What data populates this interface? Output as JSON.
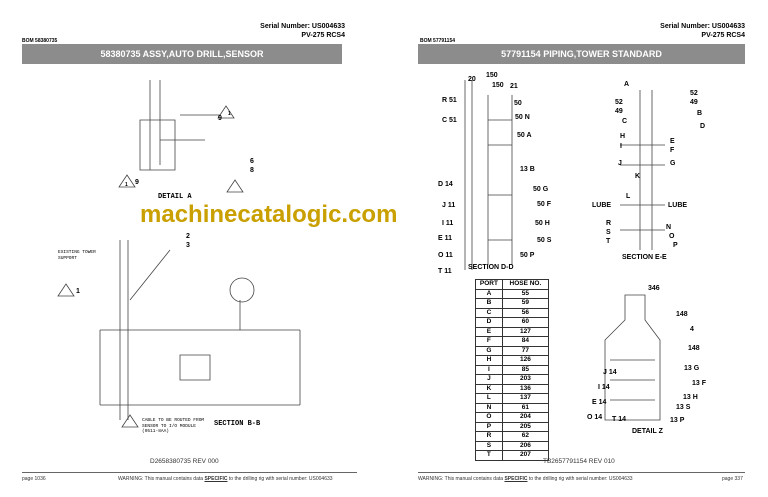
{
  "left_page": {
    "serial": "Serial Number: US004633",
    "model": "PV-275 RCS4",
    "bom": "BOM 58380735",
    "title": "58380735 ASSY,AUTO DRILL,SENSOR",
    "labels": {
      "l9a": "9",
      "l6": "6",
      "l8": "8",
      "l1a": "1",
      "l9b": "9",
      "l2": "2",
      "l3": "3",
      "l1b": "1",
      "tri1": "1",
      "existing": "EXISTING TOWER SUPPORT",
      "cable": "CABLE TO BE ROUTED FROM SENSOR TO I/O MODULE (0511-8AA)"
    },
    "detail_a": "DETAIL A",
    "section_bb": "SECTION B-B",
    "drawing_no": "D2658380735 REV 000",
    "page": "page 1036",
    "warning_pre": "WARNING:  This manual contains data ",
    "warning_em": "SPECIFIC",
    "warning_post": " to the drilling rig with serial number: US004633"
  },
  "right_page": {
    "serial": "Serial Number: US004633",
    "model": "PV-275 RCS4",
    "bom": "BOM 57791154",
    "title": "57791154 PIPING,TOWER STANDARD",
    "dd_labels": [
      "20",
      "150",
      "150",
      "21",
      "R 51",
      "50",
      "C 51",
      "50 N",
      "50 A",
      "13 B",
      "D 14",
      "50 G",
      "J 11",
      "50 F",
      "I 11",
      "50 H",
      "E 11",
      "50 S",
      "O 11",
      "50 P",
      "T 11"
    ],
    "ee_labels": [
      "A",
      "52",
      "49",
      "52",
      "49",
      "B",
      "C",
      "D",
      "H",
      "I",
      "E",
      "F",
      "J",
      "G",
      "K",
      "L",
      "LUBE",
      "LUBE",
      "R",
      "S",
      "T",
      "N",
      "O",
      "P"
    ],
    "z_labels": [
      "346",
      "148",
      "4",
      "148",
      "13 G",
      "J 14",
      "I 14",
      "13 F",
      "E 14",
      "13 H",
      "13 S",
      "O 14",
      "T 14",
      "13 P"
    ],
    "section_dd": "SECTION D-D",
    "section_ee": "SECTION E-E",
    "detail_z": "DETAIL Z",
    "table": {
      "headers": [
        "PORT",
        "HOSE NO."
      ],
      "rows": [
        [
          "A",
          "55"
        ],
        [
          "B",
          "59"
        ],
        [
          "C",
          "56"
        ],
        [
          "D",
          "60"
        ],
        [
          "E",
          "127"
        ],
        [
          "F",
          "84"
        ],
        [
          "G",
          "77"
        ],
        [
          "H",
          "126"
        ],
        [
          "I",
          "85"
        ],
        [
          "J",
          "203"
        ],
        [
          "K",
          "136"
        ],
        [
          "L",
          "137"
        ],
        [
          "N",
          "61"
        ],
        [
          "O",
          "204"
        ],
        [
          "P",
          "205"
        ],
        [
          "R",
          "62"
        ],
        [
          "S",
          "206"
        ],
        [
          "T",
          "207"
        ]
      ]
    },
    "drawing_no": "TB2657791154 REV 010",
    "page": "page 337",
    "warning_pre": "WARNING:  This manual contains data ",
    "warning_em": "SPECIFIC",
    "warning_post": " to the drilling rig with serial number: US004633"
  },
  "watermark": "machinecatalogic.com"
}
